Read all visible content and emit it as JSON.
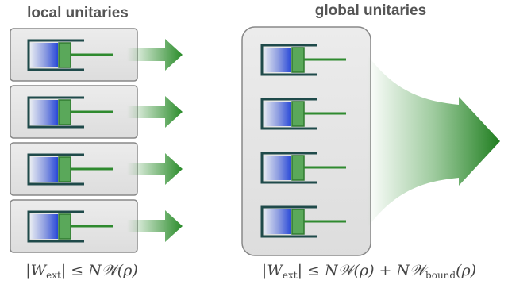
{
  "local": {
    "heading": "local unitaries",
    "formula": {
      "lhs": "|W",
      "lhs_sub": "ext",
      "rel": "| ≤ N𝒲(ρ)"
    },
    "battery_count": 4
  },
  "global": {
    "heading": "global unitaries",
    "formula": {
      "lhs": "|W",
      "lhs_sub": "ext",
      "rel": "| ≤ N𝒲(ρ) + N𝒲",
      "bound_sub": "bound",
      "tail": "(ρ)"
    },
    "battery_count": 4
  },
  "colors": {
    "box_fill": "#e6e6e6",
    "box_stroke": "#888888",
    "piston_green": "#2f8a2f",
    "piston_green_light": "#5aa85a",
    "chamber_blue": "#3050d0",
    "frame_dark": "#1f4a4a",
    "arrow_green": "#2a8c2a"
  }
}
